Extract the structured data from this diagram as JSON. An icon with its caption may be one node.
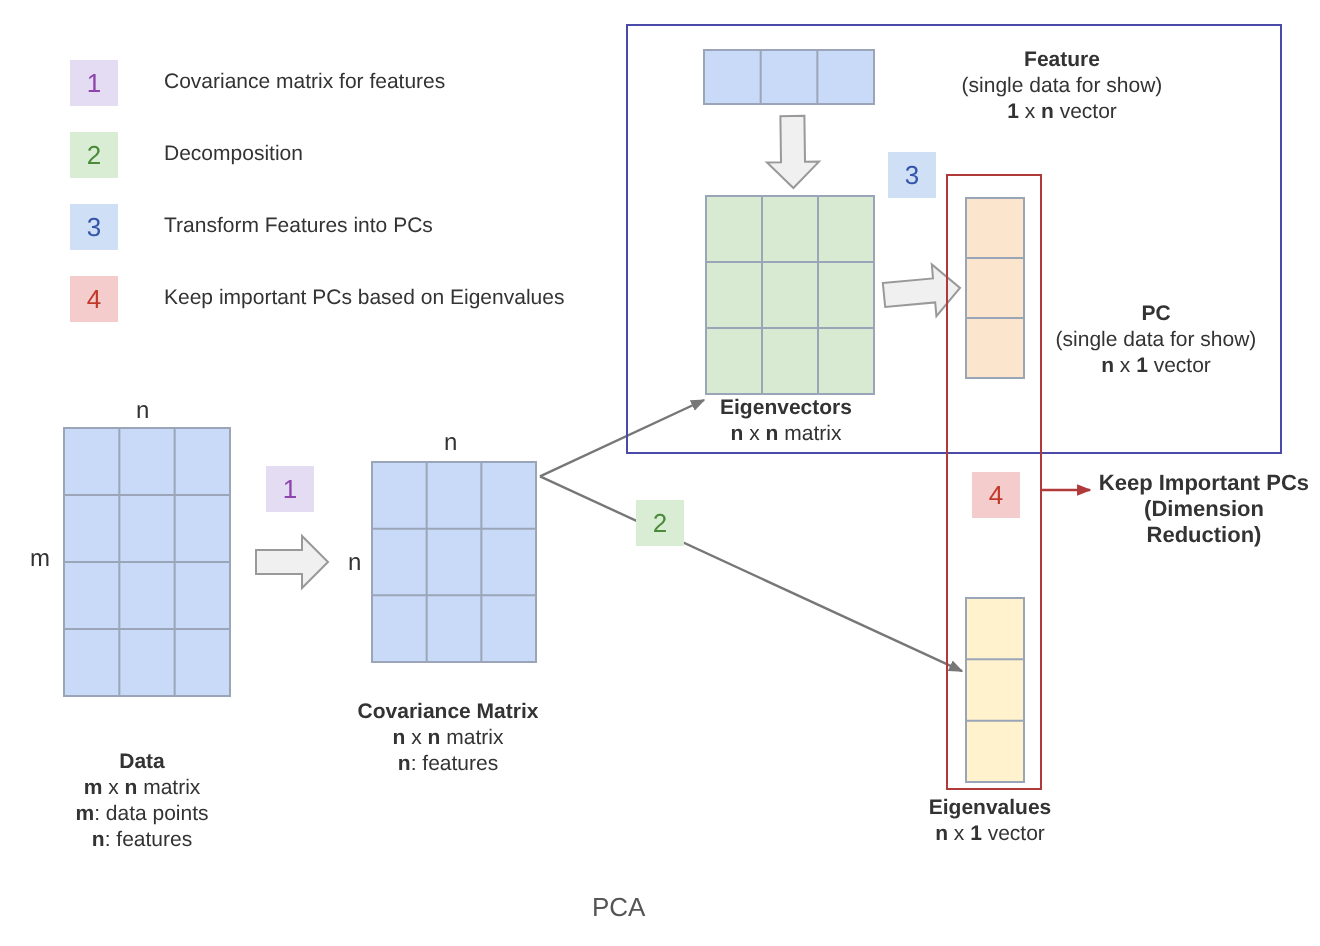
{
  "diagram": {
    "caption": "PCA",
    "nodes": [
      {
        "text": [
          "Data",
          "**m** x **n** matrix",
          "**m**: data points",
          "**n**: features"
        ],
        "beside": [
          "n",
          "m"
        ]
      },
      {
        "text": [
          "Covariance Matrix",
          "**n** x **n** matrix",
          "**n**: features"
        ],
        "beside": [
          "n",
          "n"
        ]
      },
      {
        "text": [
          "3"
        ]
      },
      {
        "text": [],
        "shape": "box",
        "beside": [
          "Feature",
          "(single data for show)",
          "**1** x **n** vector"
        ],
        "in": 2
      },
      {
        "text": [
          "Eigenvectors",
          "**n** x **n** matrix"
        ],
        "in": 2
      },
      {
        "text": [
          "4"
        ]
      },
      {
        "text": [],
        "shape": "box",
        "beside": [
          "PC",
          "(single data for show)",
          "**n** x **1** vector"
        ]
      },
      {
        "text": [
          "Eigenvalues",
          "**n** x **1** vector"
        ],
        "in": 5
      },
      {
        "text": [
          "Keep Important PCs (Dimension Reduction)"
        ]
      }
    ],
    "edges": [
      {
        "from": 0,
        "to": 1,
        "arrow": "to",
        "style": "thick",
        "label": "1"
      },
      {
        "from": 3,
        "to": 4,
        "arrow": "to",
        "style": "thick"
      },
      {
        "from": 4,
        "to": 6,
        "arrow": "to",
        "style": "thick"
      },
      {
        "from": 1,
        "to": 4,
        "arrow": "to"
      },
      {
        "from": 1,
        "to": 7,
        "arrow": "to"
      },
      {
        "from": 5,
        "to": 8,
        "arrow": "to",
        "color": "#b03a3a"
      }
    ],
    "labels": [
      "1",
      "2",
      "3",
      "4",
      "2"
    ],
    "legend": [
      {
        "text": "Covariance matrix for features",
        "color": "#e4dcf3"
      },
      {
        "text": "Decomposition",
        "color": "#d9ecd4"
      },
      {
        "text": "Transform Features into PCs",
        "color": "#cfdff5"
      },
      {
        "text": "Keep important PCs based on Eigenvalues",
        "color": "#f4cccc"
      }
    ]
  }
}
